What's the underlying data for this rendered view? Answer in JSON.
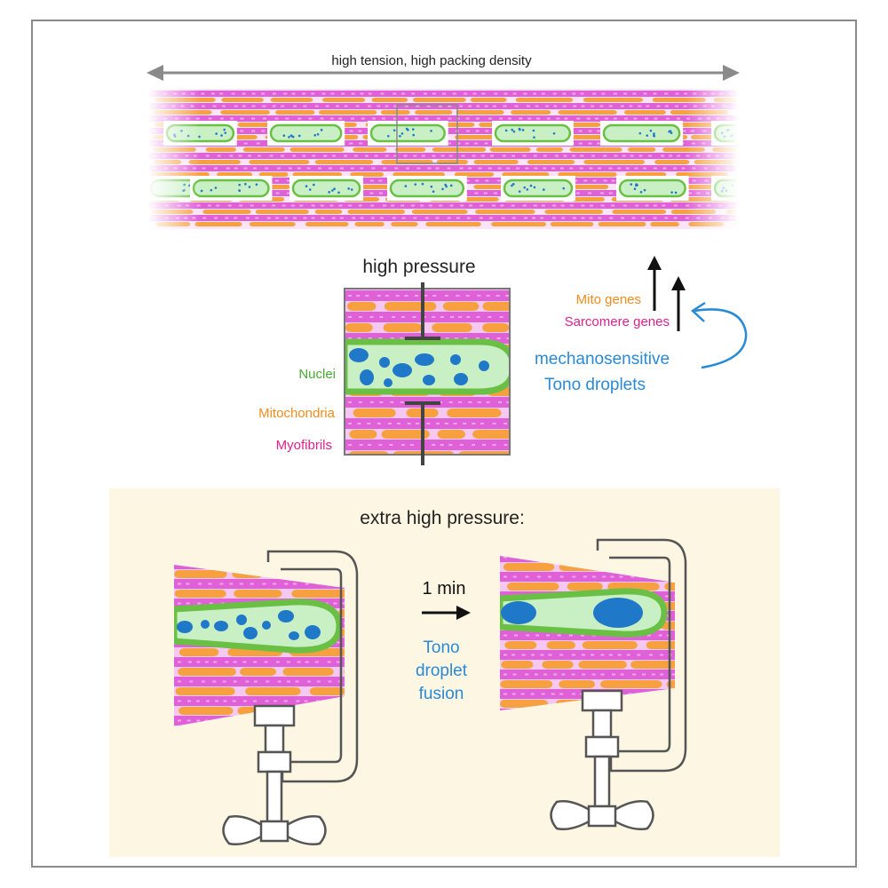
{
  "top_panel": {
    "arrow_label": "high tension, high packing density"
  },
  "middle_panel": {
    "title": "high pressure",
    "labels": {
      "nuclei": "Nuclei",
      "mitochondria": "Mitochondria",
      "myofibrils": "Myofibrils"
    },
    "genes": {
      "mito": "Mito genes",
      "sarcomere": "Sarcomere genes"
    },
    "droplets_line1": "mechanosensitive",
    "droplets_line2": "Tono droplets"
  },
  "bottom_panel": {
    "title": "extra high pressure:",
    "time": "1 min",
    "fusion_line1": "Tono",
    "fusion_line2": "droplet",
    "fusion_line3": "fusion"
  },
  "colors": {
    "nucleus_fill": "#c8f0c4",
    "nucleus_outline": "#6abf45",
    "droplet": "#1f78c8",
    "mitochondria": "#f7a040",
    "myofibril": "#e060d8",
    "myofibril_light": "#f0a8ec",
    "label_green": "#4aa832",
    "label_orange": "#f08c1e",
    "label_magenta": "#e0208c",
    "label_blue": "#2a8ad8",
    "panel_bg": "#fdf6e3"
  }
}
